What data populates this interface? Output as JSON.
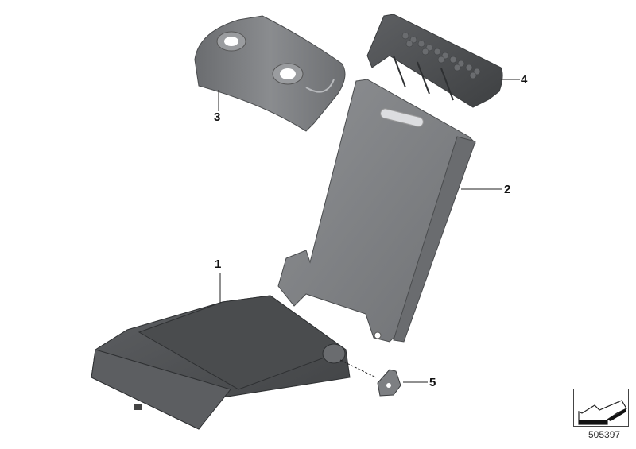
{
  "diagram": {
    "type": "exploded-parts-view",
    "subject": "rear seat center armrest",
    "background": "#ffffff",
    "part_color": "#7d7f82",
    "callouts": [
      {
        "number": "1",
        "part": "armrest base / cushion"
      },
      {
        "number": "2",
        "part": "armrest back panel"
      },
      {
        "number": "3",
        "part": "upper trim cover"
      },
      {
        "number": "4",
        "part": "top bracket / grille insert"
      },
      {
        "number": "5",
        "part": "hinge cover / cap"
      }
    ],
    "diagram_number": "505397",
    "nav_icon": "arrow-navigation-icon"
  }
}
